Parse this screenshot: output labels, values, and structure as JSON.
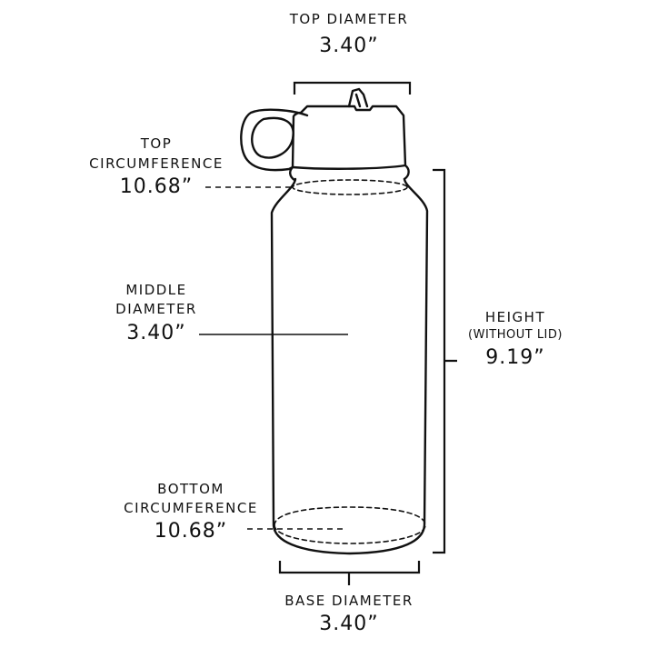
{
  "colors": {
    "ink": "#111111",
    "background": "#ffffff"
  },
  "top_diameter": {
    "label": "TOP DIAMETER",
    "value": "3.40”"
  },
  "top_circumference": {
    "label_line1": "TOP",
    "label_line2": "CIRCUMFERENCE",
    "value": "10.68”"
  },
  "middle_diameter": {
    "label_line1": "MIDDLE",
    "label_line2": "DIAMETER",
    "value": "3.40”"
  },
  "height": {
    "label": "HEIGHT",
    "note": "(WITHOUT LID)",
    "value": "9.19”"
  },
  "bottom_circumference": {
    "label_line1": "BOTTOM",
    "label_line2": "CIRCUMFERENCE",
    "value": "10.68”"
  },
  "base_diameter": {
    "label": "BASE DIAMETER",
    "value": "3.40”"
  }
}
